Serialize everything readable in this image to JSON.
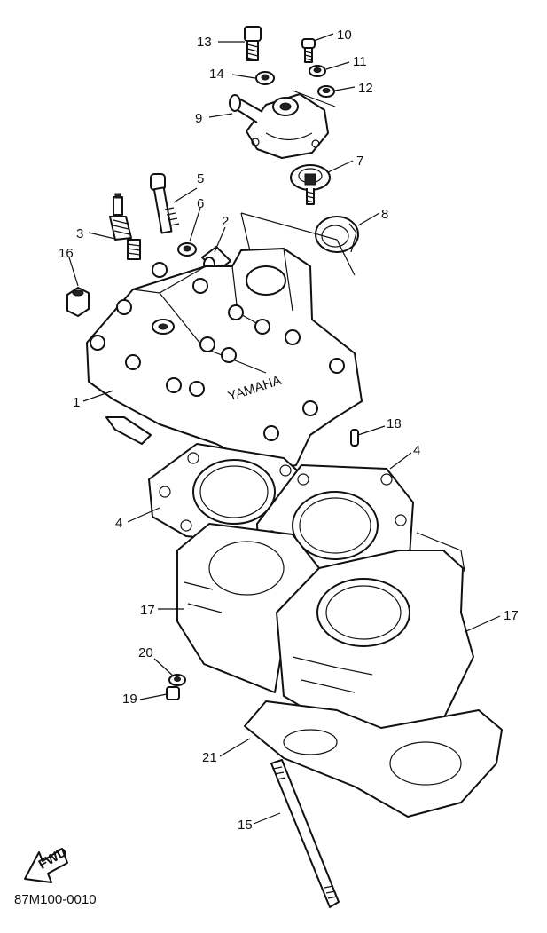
{
  "callouts": [
    {
      "id": "c1",
      "text": "1"
    },
    {
      "id": "c2",
      "text": "2"
    },
    {
      "id": "c3",
      "text": "3"
    },
    {
      "id": "c4a",
      "text": "4"
    },
    {
      "id": "c4b",
      "text": "4"
    },
    {
      "id": "c5",
      "text": "5"
    },
    {
      "id": "c6",
      "text": "6"
    },
    {
      "id": "c7",
      "text": "7"
    },
    {
      "id": "c8",
      "text": "8"
    },
    {
      "id": "c9",
      "text": "9"
    },
    {
      "id": "c10",
      "text": "10"
    },
    {
      "id": "c11",
      "text": "11"
    },
    {
      "id": "c12",
      "text": "12"
    },
    {
      "id": "c13",
      "text": "13"
    },
    {
      "id": "c14",
      "text": "14"
    },
    {
      "id": "c15",
      "text": "15"
    },
    {
      "id": "c16",
      "text": "16"
    },
    {
      "id": "c17a",
      "text": "17"
    },
    {
      "id": "c17b",
      "text": "17"
    },
    {
      "id": "c18",
      "text": "18"
    },
    {
      "id": "c19",
      "text": "19"
    },
    {
      "id": "c20",
      "text": "20"
    },
    {
      "id": "c21",
      "text": "21"
    }
  ],
  "fwd_label": "FWD",
  "head_casting": "YAMAHA",
  "diagram_code": "87M100-0010",
  "colors": {
    "line": "#111111",
    "background": "#ffffff"
  }
}
